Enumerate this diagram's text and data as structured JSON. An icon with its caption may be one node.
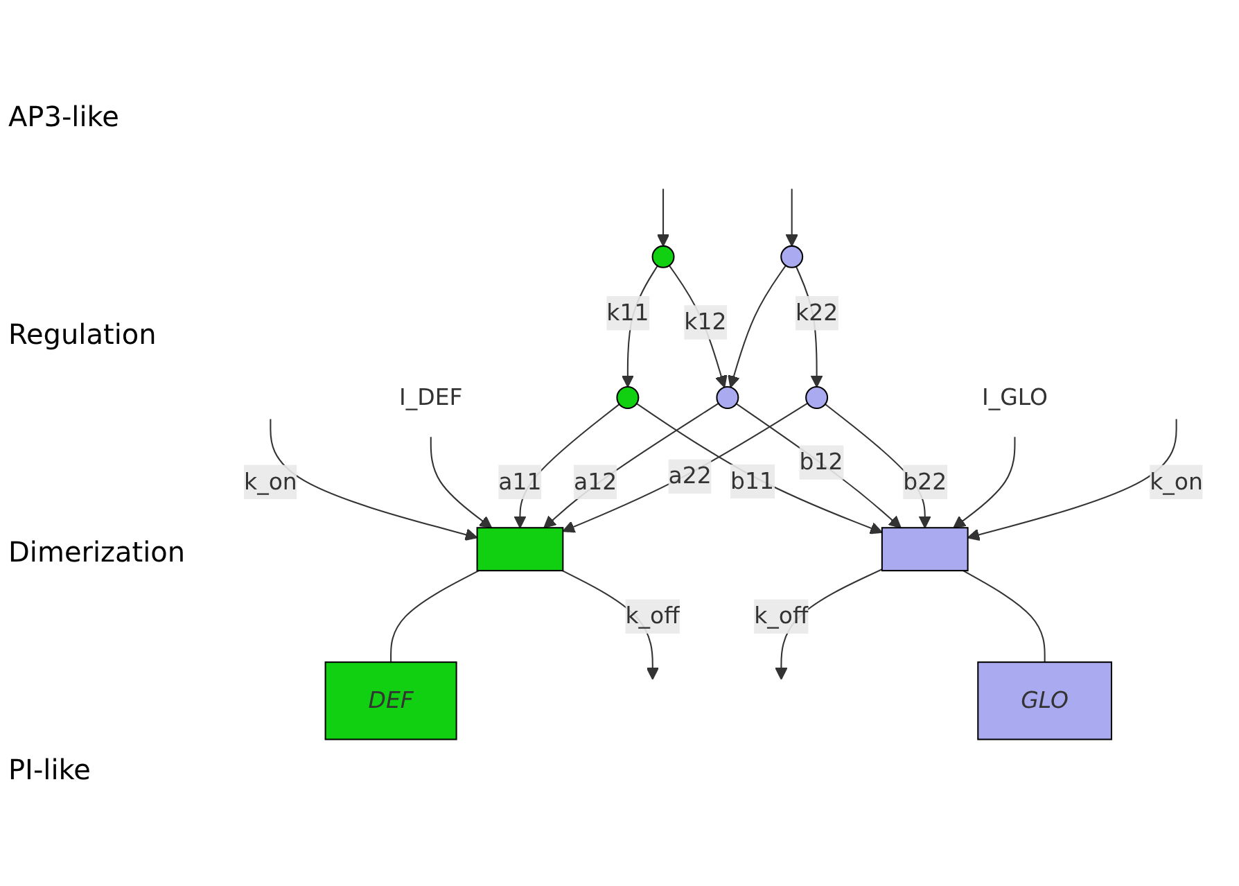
{
  "diagram": {
    "nodes": [
      {
        "text": [
          "DEF"
        ]
      },
      {
        "text": [],
        "shape": "bar"
      },
      {
        "text": [
          "I_DEF"
        ]
      },
      {
        "text": [],
        "shape": "circle"
      },
      {
        "text": [],
        "shape": "circle"
      },
      {
        "text": [],
        "shape": "circle"
      },
      {
        "text": [],
        "shape": "circle"
      },
      {
        "text": [],
        "shape": "circle"
      },
      {
        "text": [
          "I_GLO"
        ]
      },
      {
        "text": [],
        "shape": "bar"
      },
      {
        "text": [
          "GLO"
        ]
      }
    ],
    "edges": [
      {
        "from": 1,
        "to": 0,
        "arrow": "none"
      },
      {
        "from": null,
        "to": 1,
        "arrow": "to",
        "label": "k_on"
      },
      {
        "from": 1,
        "to": null,
        "arrow": "to",
        "label": "k_off"
      },
      {
        "from": 2,
        "to": 1,
        "arrow": "to"
      },
      {
        "from": 4,
        "to": 1,
        "arrow": "to",
        "label": "a11"
      },
      {
        "from": 5,
        "to": 1,
        "arrow": "to",
        "label": "a12"
      },
      {
        "from": 6,
        "to": 1,
        "arrow": "to",
        "label": "a22"
      },
      {
        "from": null,
        "to": 3,
        "arrow": "to"
      },
      {
        "from": 3,
        "to": 4,
        "arrow": "to",
        "label": "k11"
      },
      {
        "from": 3,
        "to": 5,
        "arrow": "to",
        "label": "k12"
      },
      {
        "from": 7,
        "to": 5,
        "arrow": "to"
      },
      {
        "from": 7,
        "to": 6,
        "arrow": "to",
        "label": "k22"
      },
      {
        "from": null,
        "to": 7,
        "arrow": "to"
      },
      {
        "from": 4,
        "to": 9,
        "arrow": "to",
        "label": "b11"
      },
      {
        "from": 5,
        "to": 9,
        "arrow": "to",
        "label": "b12"
      },
      {
        "from": 6,
        "to": 9,
        "arrow": "to",
        "label": "b22"
      },
      {
        "from": 8,
        "to": 9,
        "arrow": "to"
      },
      {
        "from": null,
        "to": 9,
        "arrow": "to",
        "label": "k_on"
      },
      {
        "from": 9,
        "to": null,
        "arrow": "to",
        "label": "k_off"
      },
      {
        "from": 9,
        "to": 10,
        "arrow": "none"
      }
    ],
    "labels": [
      "AP3-like",
      "Regulation",
      "Dimerization",
      "PI-like"
    ]
  }
}
